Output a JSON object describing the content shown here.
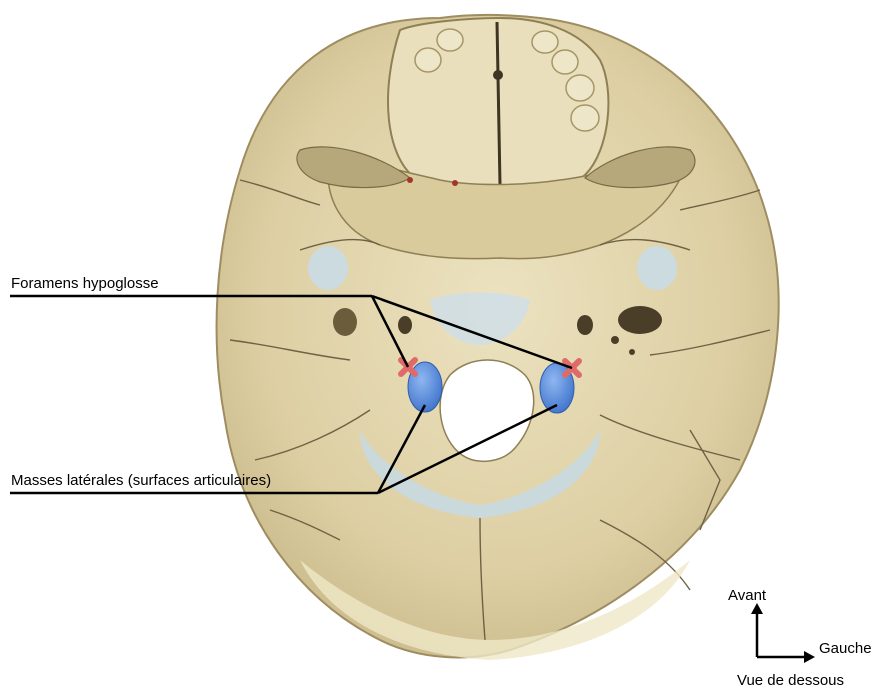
{
  "labels": {
    "foramens_hypoglosse": "Foramens hypoglosse",
    "masses_laterales": "Masses latérales (surfaces articulaires)"
  },
  "orientation": {
    "avant": "Avant",
    "gauche": "Gauche",
    "vue": "Vue de dessous"
  },
  "colors": {
    "bone": "#e3d6ac",
    "bone_shadow": "#b5a57a",
    "suture": "#6f6244",
    "cartilage": "#c9dbe6",
    "articular_surface": "#5b8fdc",
    "foramen_marker": "#e06a6a",
    "leader_line": "#000000"
  },
  "icons": {
    "foramen_marker": "x-cross-icon",
    "orientation": "arrow-axes-icon"
  }
}
